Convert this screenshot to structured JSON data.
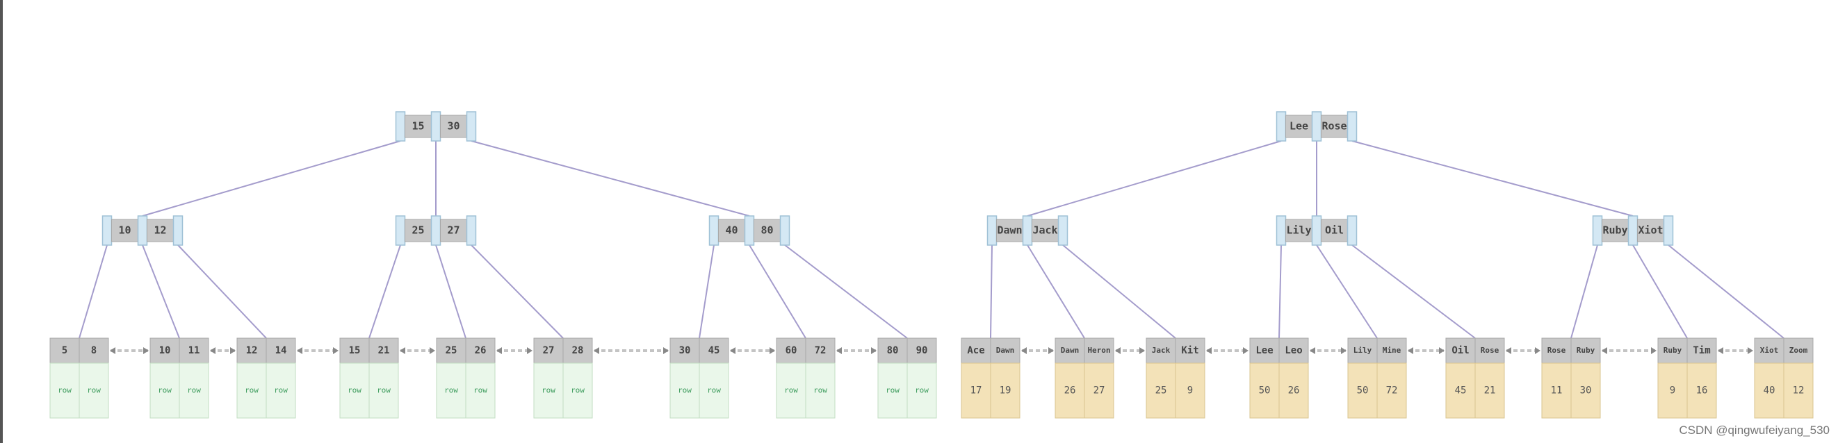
{
  "watermark": "CSDN @qingwufeiyang_530",
  "colors": {
    "pointer_fill": "#d4e8f4",
    "pointer_stroke": "#9fc1d6",
    "key_fill": "#c8c8c8",
    "key_stroke": "#a8a8a8",
    "edge": "#a49ccc",
    "leaf_row_fill": "#eaf7ea",
    "leaf_row_stroke": "#c2dcc2",
    "leaf_val_fill": "#f3e2b8",
    "leaf_val_stroke": "#d9c48f",
    "link": "#c4c4c4"
  },
  "trees": [
    {
      "root": [
        "15",
        "30"
      ],
      "internal": [
        [
          "10",
          "12"
        ],
        [
          "25",
          "27"
        ],
        [
          "40",
          "80"
        ]
      ],
      "leaves": [
        {
          "keys": [
            "5",
            "8"
          ],
          "vals": [
            "row",
            "row"
          ]
        },
        {
          "keys": [
            "10",
            "11"
          ],
          "vals": [
            "row",
            "row"
          ]
        },
        {
          "keys": [
            "12",
            "14"
          ],
          "vals": [
            "row",
            "row"
          ]
        },
        {
          "keys": [
            "15",
            "21"
          ],
          "vals": [
            "row",
            "row"
          ]
        },
        {
          "keys": [
            "25",
            "26"
          ],
          "vals": [
            "row",
            "row"
          ]
        },
        {
          "keys": [
            "27",
            "28"
          ],
          "vals": [
            "row",
            "row"
          ]
        },
        {
          "keys": [
            "30",
            "45"
          ],
          "vals": [
            "row",
            "row"
          ]
        },
        {
          "keys": [
            "60",
            "72"
          ],
          "vals": [
            "row",
            "row"
          ]
        },
        {
          "keys": [
            "80",
            "90"
          ],
          "vals": [
            "row",
            "row"
          ]
        }
      ]
    },
    {
      "root": [
        "Lee",
        "Rose"
      ],
      "internal": [
        [
          "Dawn",
          "Jack"
        ],
        [
          "Lily",
          "Oil"
        ],
        [
          "Ruby",
          "Xiot"
        ]
      ],
      "leaves": [
        {
          "keys": [
            "Ace",
            "Dawn"
          ],
          "vals": [
            "17",
            "19"
          ]
        },
        {
          "keys": [
            "Dawn",
            "Heron"
          ],
          "vals": [
            "26",
            "27"
          ]
        },
        {
          "keys": [
            "Jack",
            "Kit"
          ],
          "vals": [
            "25",
            "9"
          ]
        },
        {
          "keys": [
            "Lee",
            "Leo"
          ],
          "vals": [
            "50",
            "26"
          ]
        },
        {
          "keys": [
            "Lily",
            "Mine"
          ],
          "vals": [
            "50",
            "72"
          ]
        },
        {
          "keys": [
            "Oil",
            "Rose"
          ],
          "vals": [
            "45",
            "21"
          ]
        },
        {
          "keys": [
            "Rose",
            "Ruby"
          ],
          "vals": [
            "11",
            "30"
          ]
        },
        {
          "keys": [
            "Ruby",
            "Tim"
          ],
          "vals": [
            "9",
            "16"
          ]
        },
        {
          "keys": [
            "Xiot",
            "Zoom"
          ],
          "vals": [
            "40",
            "12"
          ]
        }
      ]
    }
  ]
}
